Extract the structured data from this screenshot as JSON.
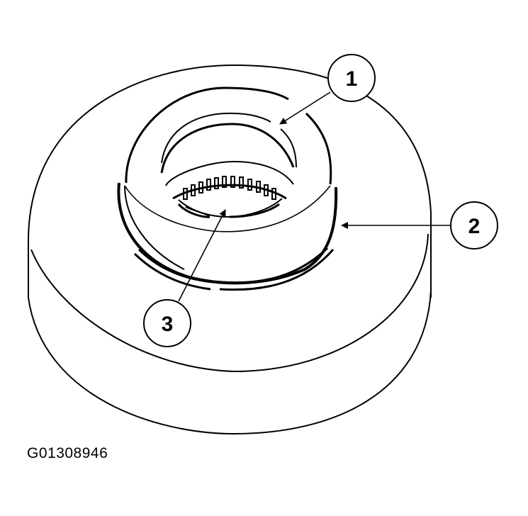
{
  "figure": {
    "id": "G01308946",
    "subject": "seal and needle bearing assembly in housing",
    "line_color": "#000000",
    "background": "#ffffff"
  },
  "callouts": [
    {
      "number": "1",
      "target": "seal lip / outer seal face"
    },
    {
      "number": "2",
      "target": "seal outer circumference"
    },
    {
      "number": "3",
      "target": "needle bearing"
    }
  ]
}
